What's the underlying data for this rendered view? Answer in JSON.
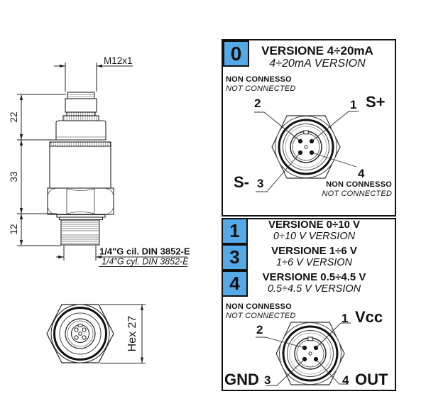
{
  "colors": {
    "accent_blue": "#55a9e6",
    "line": "#222222"
  },
  "drawing": {
    "thread_label": "M12x1",
    "dim_upper": "22",
    "dim_mid": "33",
    "dim_lower": "12",
    "port_label_it": "1/4\"G cil. DIN 3852-E",
    "port_label_en": "1/4\"G cyl. DIN 3852-E",
    "hex_label": "Hex 27"
  },
  "current_panel": {
    "code": "0",
    "title_it": "VERSIONE 4÷20mA",
    "title_en": "4÷20mA VERSION",
    "nc_it": "NON CONNESSO",
    "nc_en": "NOT CONNECTED",
    "pin1": "1",
    "pin2": "2",
    "pin3": "3",
    "pin4": "4",
    "pin1_signal": "S+",
    "pin3_signal": "S-"
  },
  "voltage_panel": {
    "versions": [
      {
        "code": "1",
        "title_it": "VERSIONE 0÷10 V",
        "title_en": "0÷10 V VERSION"
      },
      {
        "code": "3",
        "title_it": "VERSIONE 1÷6 V",
        "title_en": "1÷6 V VERSION"
      },
      {
        "code": "4",
        "title_it": "VERSIONE 0.5÷4.5 V",
        "title_en": "0.5÷4.5 V VERSION"
      }
    ],
    "nc_it": "NON CONNESSO",
    "nc_en": "NOT CONNECTED",
    "pin1": "1",
    "pin2": "2",
    "pin3": "3",
    "pin4": "4",
    "pin1_signal": "Vcc",
    "pin3_signal": "GND",
    "pin4_signal": "OUT"
  }
}
